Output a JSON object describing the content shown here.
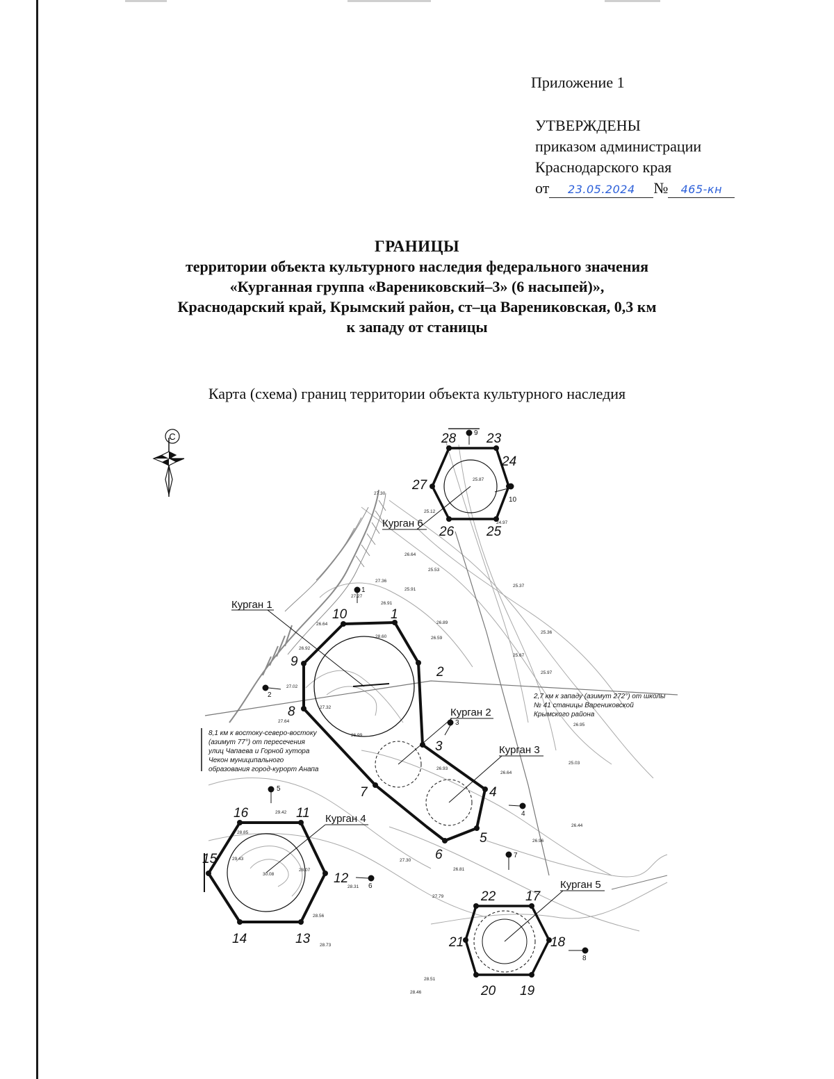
{
  "header": {
    "appendix": "Приложение 1",
    "approved_title": "УТВЕРЖДЕНЫ",
    "approved_line1": "приказом администрации",
    "approved_line2": "Краснодарского края",
    "date_prefix": "от",
    "date": "23.05.2024",
    "number_prefix": "№",
    "number": "465-кн"
  },
  "title": {
    "heading": "ГРАНИЦЫ",
    "line1": "территории объекта культурного наследия федерального значения",
    "line2": "«Курганная группа «Вареникoвский–3» (6 насыпей)»,",
    "line3": "Краснодарский край, Крымский район, ст–ца Варениковская, 0,3 км",
    "line4": "к западу от станицы"
  },
  "map": {
    "caption": "Карта (схема) границ территории объекта культурного наследия",
    "compass_letter": "С",
    "mounds": {
      "k1": "Курган 1",
      "k2": "Курган 2",
      "k3": "Курган 3",
      "k4": "Курган 4",
      "k5": "Курган 5",
      "k6": "Курган 6"
    },
    "note_west": [
      "8,1 км к востоку-северо-востоку",
      "(азимут 77°) от пересечения",
      "улиц Чапаева и Горной хутора",
      "Чекон муниципального",
      "образования город-курорт Анапа"
    ],
    "note_east": [
      "2,7 км к западу (азимут 272°) от школы",
      "№ 41 станицы Варениковской",
      "Крымского района"
    ],
    "points": [
      "1",
      "2",
      "3",
      "4",
      "5",
      "6",
      "7",
      "8",
      "9",
      "10",
      "11",
      "12",
      "13",
      "14",
      "15",
      "16",
      "17",
      "18",
      "19",
      "20",
      "21",
      "22",
      "23",
      "24",
      "25",
      "26",
      "27",
      "28"
    ],
    "markers": [
      "1",
      "2",
      "3",
      "4",
      "5",
      "6",
      "7",
      "8",
      "9",
      "10"
    ],
    "elevations": {
      "e1": "27.30",
      "e2": "26.64",
      "e3": "25.53",
      "e4": "25.91",
      "e5": "27.27",
      "e6": "26.91",
      "e7": "26.59",
      "e8": "26.92",
      "e9": "26.64",
      "e10": "27.02",
      "e11": "27.32",
      "e12": "28.60",
      "e13": "26.99",
      "e14": "27.64",
      "e15": "26.89",
      "e16": "25.37",
      "e17": "25.36",
      "e18": "25.67",
      "e19": "25.97",
      "e20": "26.95",
      "e21": "25.03",
      "e22": "26.44",
      "e23": "26.96",
      "e24": "27.36",
      "e25": "26.93",
      "e26": "29.42",
      "e27": "28.85",
      "e28": "29.43",
      "e29": "30.08",
      "e30": "28.07",
      "e31": "28.31",
      "e32": "28.56",
      "e33": "28.73",
      "e34": "27.79",
      "e35": "27.30",
      "e36": "28.46",
      "e37": "28.51",
      "e38": "26.81",
      "e39": "25.87",
      "e40": "25.12",
      "e41": "26.64",
      "e42": "24.97"
    }
  },
  "colors": {
    "ink": "#111111",
    "contour": "#a8a8a8",
    "handwriting": "#2b5fd9"
  }
}
